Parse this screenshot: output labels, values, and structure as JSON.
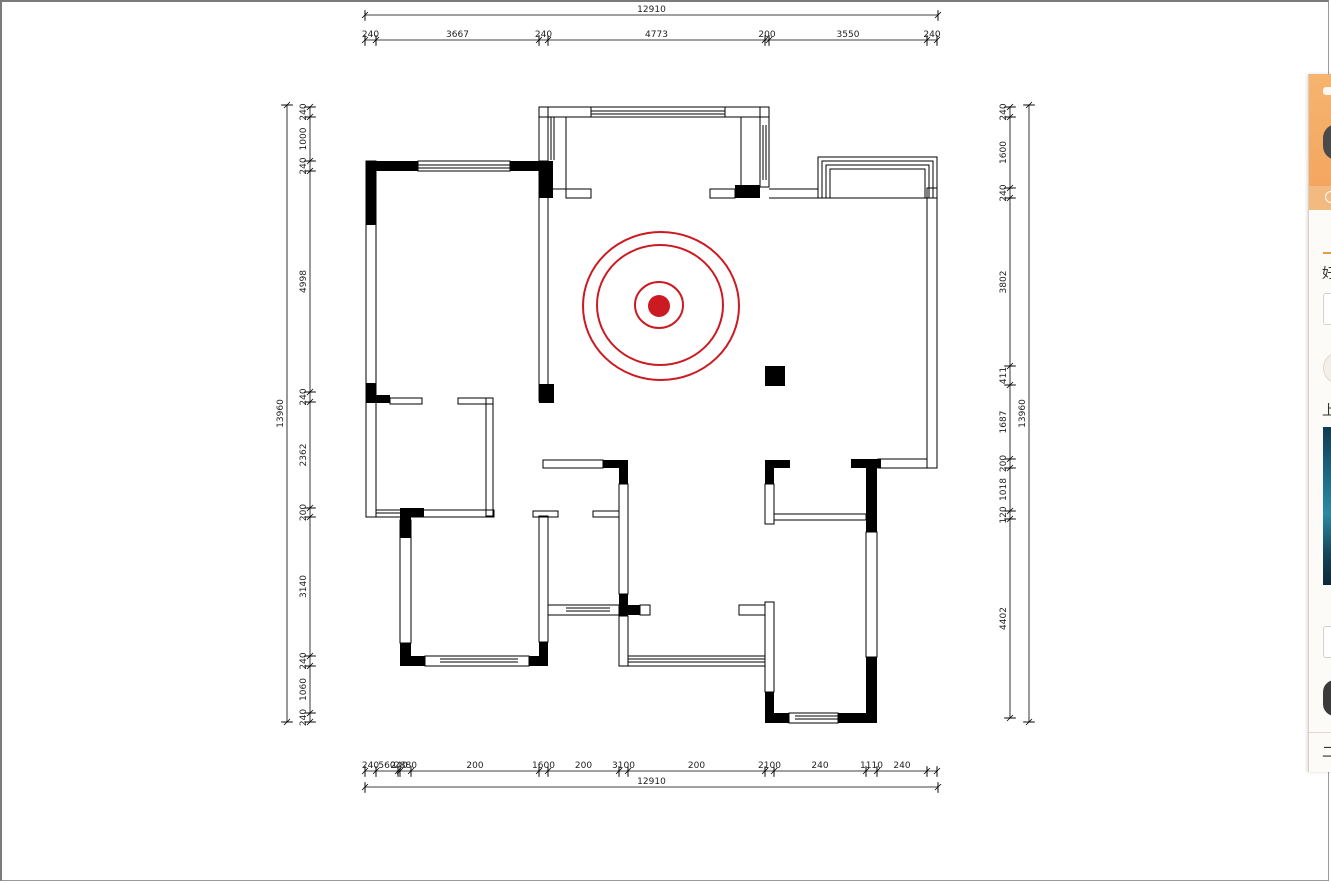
{
  "floorplan": {
    "top_total": "12910",
    "top_segments": [
      "240",
      "3667",
      "240",
      "4773",
      "200",
      "3550",
      "240"
    ],
    "bottom_total": "12910",
    "bottom_segments": [
      "240",
      "560",
      "240",
      "2880",
      "200",
      "1600",
      "200",
      "3100",
      "200",
      "2100",
      "240",
      "1110",
      "240"
    ],
    "left_total": "13960",
    "left_segments": [
      "240",
      "1000",
      "240",
      "4998",
      "240",
      "2362",
      "200",
      "3140",
      "240",
      "1060",
      "240"
    ],
    "right_total": "13960",
    "right_segments": [
      "240",
      "1600",
      "240",
      "3802",
      "411",
      "1687",
      "200",
      "1018",
      "120",
      "4402"
    ],
    "wall_color": "#000000",
    "marker_color": "#cc1a22"
  },
  "side_panel": {
    "heading_char": "好",
    "label_char": "上",
    "footer_char": "二",
    "accent_color": "#f3a35c"
  }
}
